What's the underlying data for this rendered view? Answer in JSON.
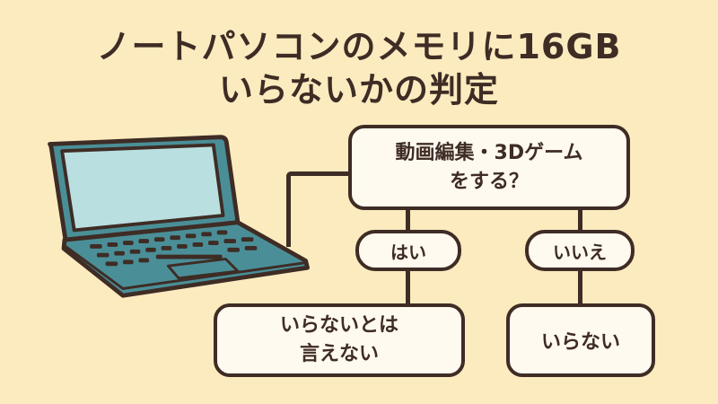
{
  "title": {
    "line1": "ノートパソコンのメモリに16GB",
    "line2": "いらないかの判定"
  },
  "illustration": {
    "icon": "laptop-icon",
    "body_color": "#4a8f98",
    "screen_color": "#b9dfe0"
  },
  "flow": {
    "question": {
      "line1": "動画編集・3Dゲーム",
      "line2": "をする？"
    },
    "yes": {
      "label": "はい",
      "result": {
        "line1": "いらないとは",
        "line2": "言えない"
      }
    },
    "no": {
      "label": "いいえ",
      "result": {
        "line1": "いらない"
      }
    }
  },
  "colors": {
    "background": "#fdebc0",
    "stroke": "#3e2c25",
    "box_fill": "#fffaf0"
  }
}
